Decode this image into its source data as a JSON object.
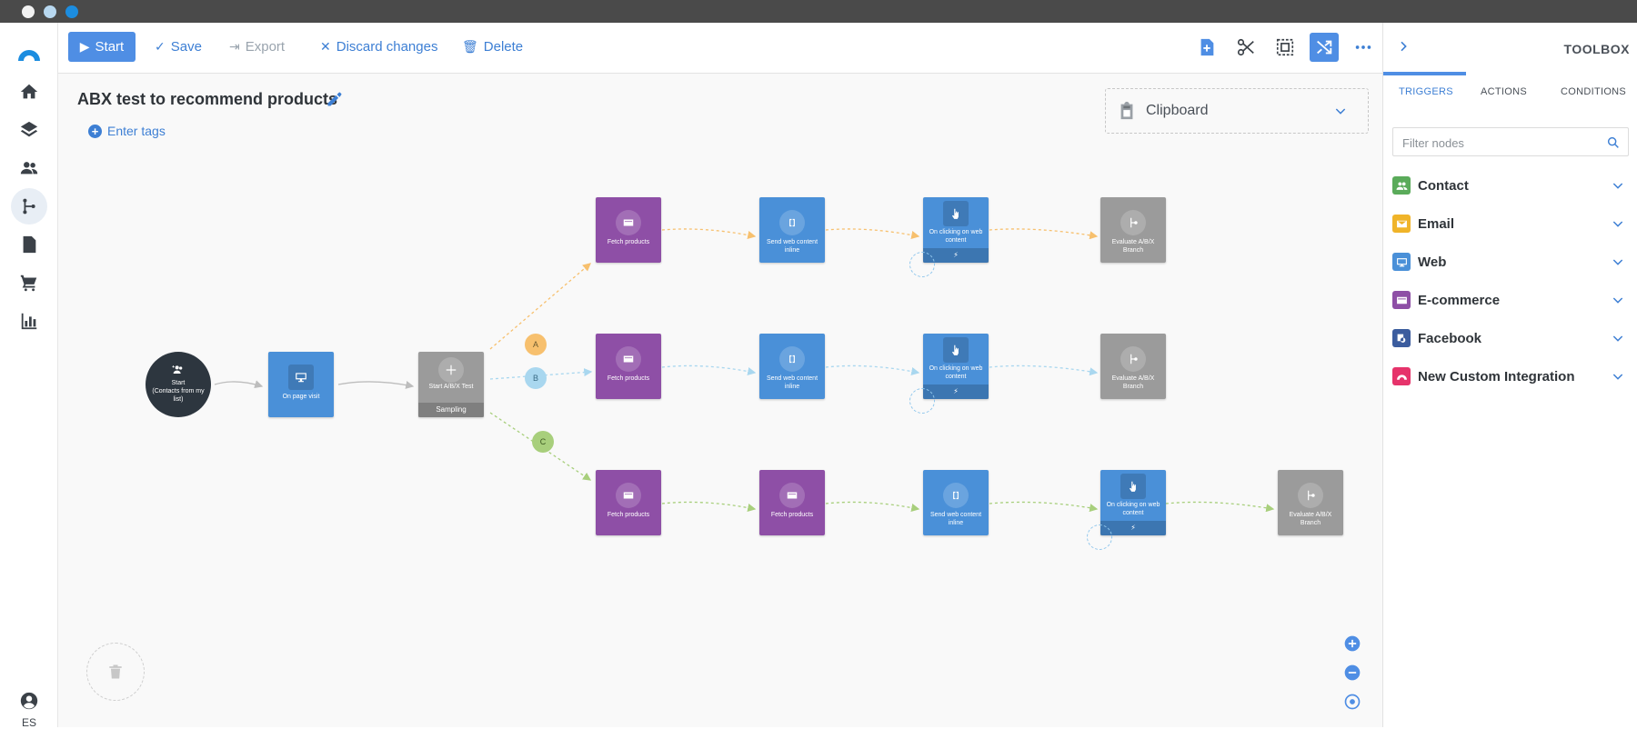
{
  "toolbar": {
    "start_label": "Start",
    "save_label": "Save",
    "export_label": "Export",
    "discard_label": "Discard changes",
    "delete_label": "Delete"
  },
  "flow": {
    "title": "ABX test to recommend products",
    "tags_label": "Enter tags"
  },
  "clipboard": {
    "label": "Clipboard"
  },
  "nodes": {
    "start": "Start\n(Contacts from my list)",
    "page_visit": "On page visit",
    "abx": "Start A/B/X Test",
    "abx_sub": "Sampling",
    "fetch": "Fetch products",
    "send_web": "Send web content inline",
    "click_web": "On clicking on web content",
    "evaluate": "Evaluate A/B/X Branch"
  },
  "branches": {
    "a": "A",
    "b": "B",
    "c": "C"
  },
  "user": {
    "lang": "ES"
  },
  "toolbox": {
    "title": "TOOLBOX",
    "tabs": [
      "TRIGGERS",
      "ACTIONS",
      "CONDITIONS"
    ],
    "filter_placeholder": "Filter nodes",
    "categories": [
      {
        "label": "Contact",
        "color": "#5aab5a"
      },
      {
        "label": "Email",
        "color": "#f0b429"
      },
      {
        "label": "Web",
        "color": "#4a90d8"
      },
      {
        "label": "E-commerce",
        "color": "#8e4fa6"
      },
      {
        "label": "Facebook",
        "color": "#3b5c9e"
      },
      {
        "label": "New Custom Integration",
        "color": "#e6336b"
      }
    ]
  },
  "colors": {
    "accent": "#4f8ee4",
    "branch_a": "#f7c06e",
    "branch_b": "#a9d7ef",
    "branch_c": "#a8cf7c"
  }
}
